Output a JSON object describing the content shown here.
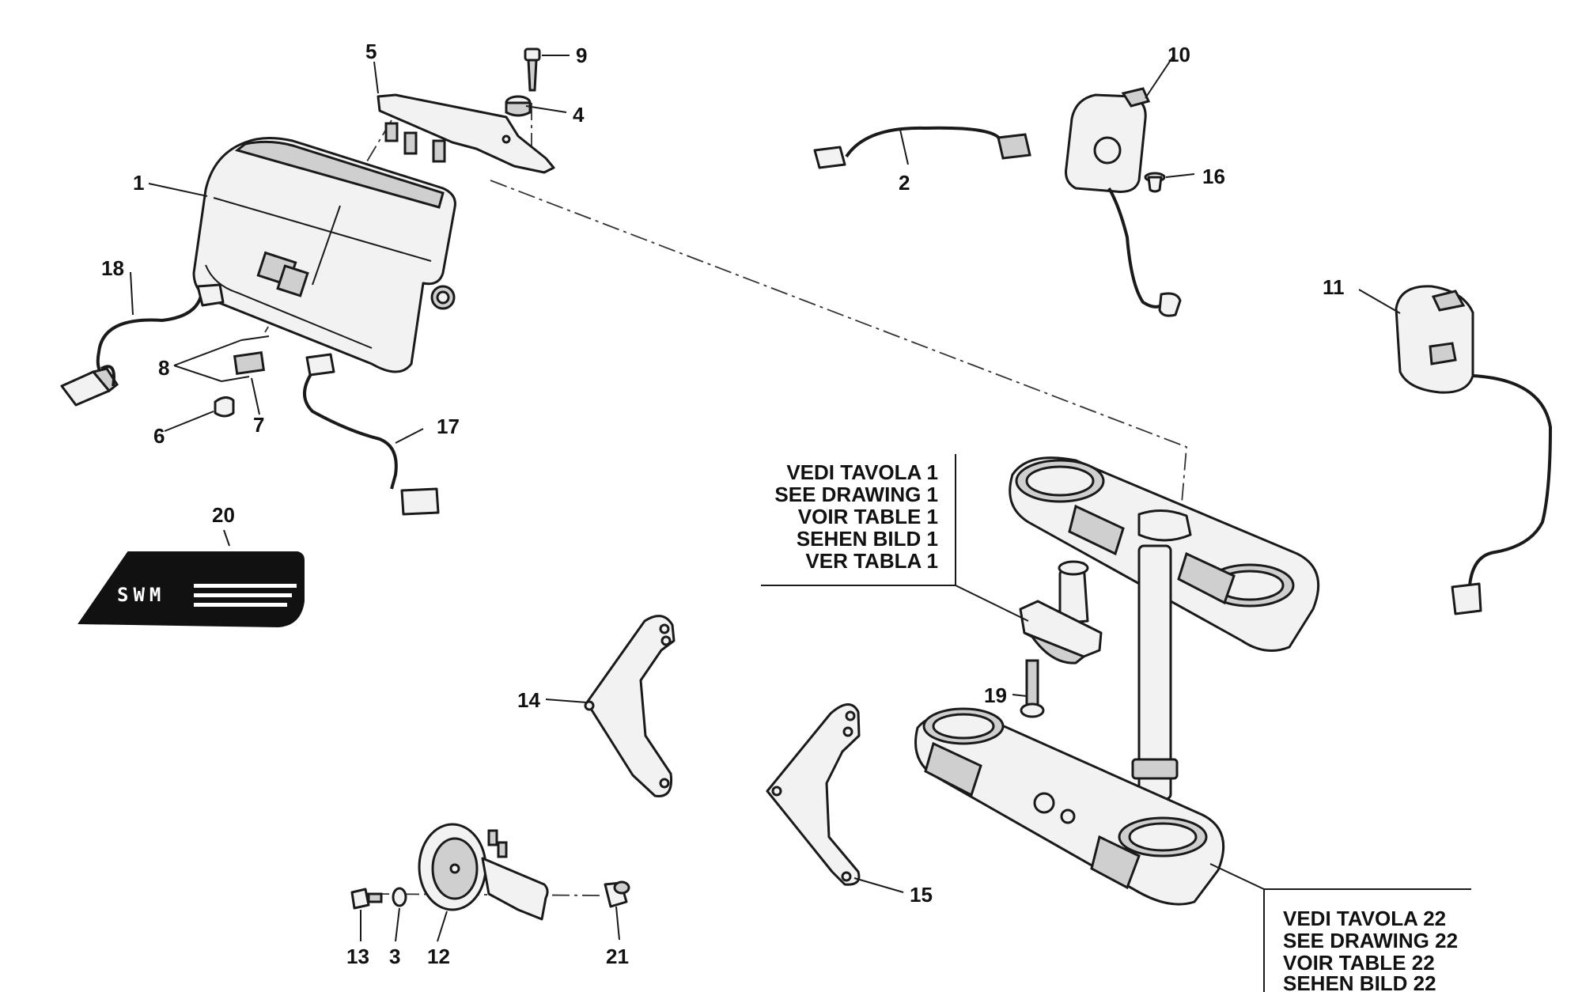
{
  "callouts": {
    "c1": "1",
    "c2": "2",
    "c3": "3",
    "c4": "4",
    "c5": "5",
    "c6": "6",
    "c7": "7",
    "c8": "8",
    "c9": "9",
    "c10": "10",
    "c11": "11",
    "c12": "12",
    "c13": "13",
    "c14": "14",
    "c15": "15",
    "c16": "16",
    "c17": "17",
    "c18": "18",
    "c19": "19",
    "c20": "20",
    "c21": "21"
  },
  "notes": {
    "see_drawing_1": [
      "VEDI TAVOLA 1",
      "SEE DRAWING 1",
      "VOIR TABLE 1",
      "SEHEN BILD 1",
      "VER TABLA 1"
    ],
    "see_drawing_22": [
      "VEDI TAVOLA 22",
      "SEE DRAWING 22",
      "VOIR TABLE 22",
      "SEHEN BILD 22"
    ]
  },
  "logo": {
    "text": "SWM",
    "fill_color": "#111111"
  },
  "colors": {
    "line": "#1a1a1a",
    "part_fill": "#f2f2f2",
    "shade": "#cfcfcf"
  }
}
